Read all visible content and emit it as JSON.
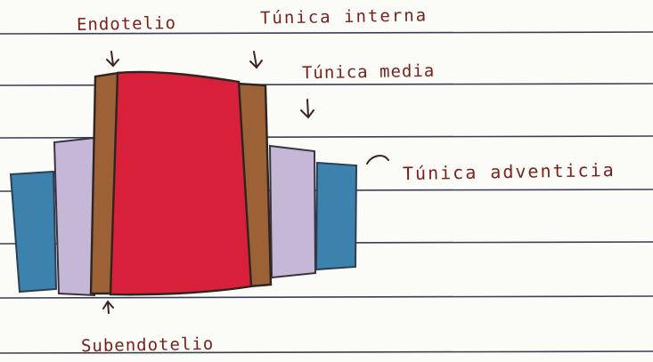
{
  "colors": {
    "ink": "#7a1f1a",
    "rule": "#3a3f52",
    "endothelium": "#d8203a",
    "tunica_intima": "#9c6236",
    "tunica_media": "#c5b8d6",
    "tunica_adventitia": "#3c82ad"
  },
  "labels": {
    "endotelio": "Endotelio",
    "tunica_interna": "Túnica interna",
    "tunica_media": "Túnica media",
    "tunica_adventicia": "Túnica adventicia",
    "subendotelio": "Subendotelio"
  }
}
